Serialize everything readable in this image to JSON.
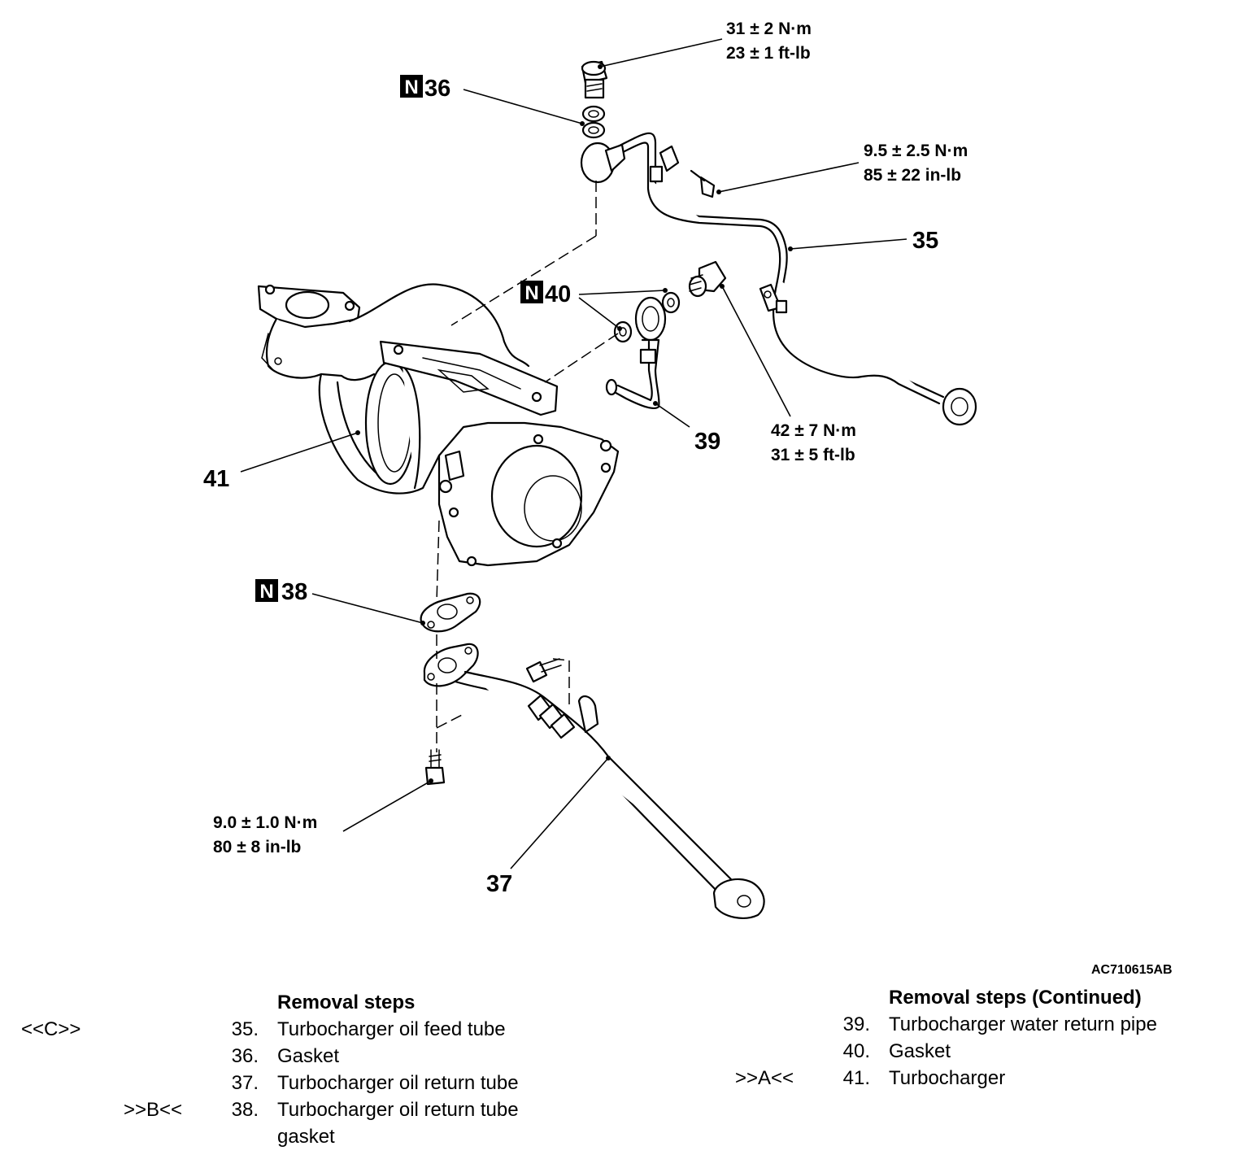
{
  "callouts": {
    "c35": "35",
    "c36": "36",
    "c37": "37",
    "c38": "38",
    "c39": "39",
    "c40": "40",
    "c41": "41",
    "new_part_mark": "N"
  },
  "torques": {
    "t_banjo_top_1": "31 ± 2 N·m",
    "t_banjo_top_2": "23 ± 1 ft-lb",
    "t_clamp_1": "9.5 ± 2.5 N·m",
    "t_clamp_2": "85 ± 22 in-lb",
    "t_eye_bolt_1": "42 ± 7 N·m",
    "t_eye_bolt_2": "31 ± 5 ft-lb",
    "t_bottom_1": "9.0 ± 1.0 N·m",
    "t_bottom_2": "80 ± 8 in-lb"
  },
  "figure_code": "AC710615AB",
  "steps_left": {
    "heading": "Removal steps",
    "rows": [
      {
        "ref": "<<C>>",
        "num": "35.",
        "text": "Turbocharger oil feed tube"
      },
      {
        "ref": "",
        "num": "36.",
        "text": "Gasket"
      },
      {
        "ref": "",
        "num": "37.",
        "text": "Turbocharger oil return tube"
      },
      {
        "ref": ">>B<<",
        "num": "38.",
        "text": "Turbocharger oil return tube"
      },
      {
        "ref": "",
        "num": "",
        "text": "gasket"
      }
    ]
  },
  "steps_right": {
    "heading": "Removal steps (Continued)",
    "rows": [
      {
        "ref": "",
        "num": "39.",
        "text": "Turbocharger water return pipe"
      },
      {
        "ref": "",
        "num": "40.",
        "text": "Gasket"
      },
      {
        "ref": ">>A<<",
        "num": "41.",
        "text": "Turbocharger"
      }
    ]
  }
}
